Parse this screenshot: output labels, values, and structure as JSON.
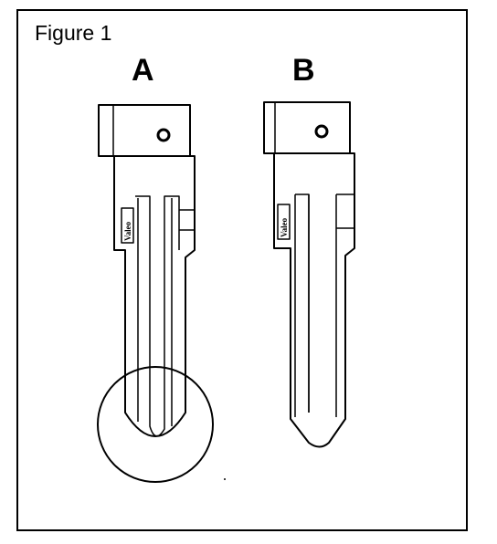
{
  "figure": {
    "title": "Figure 1"
  },
  "keys": [
    {
      "label": "A",
      "brand": "Valeo",
      "highlighted_tip": true
    },
    {
      "label": "B",
      "brand": "Valeo",
      "highlighted_tip": false
    }
  ],
  "colors": {
    "line": "#000000",
    "background": "#ffffff"
  }
}
